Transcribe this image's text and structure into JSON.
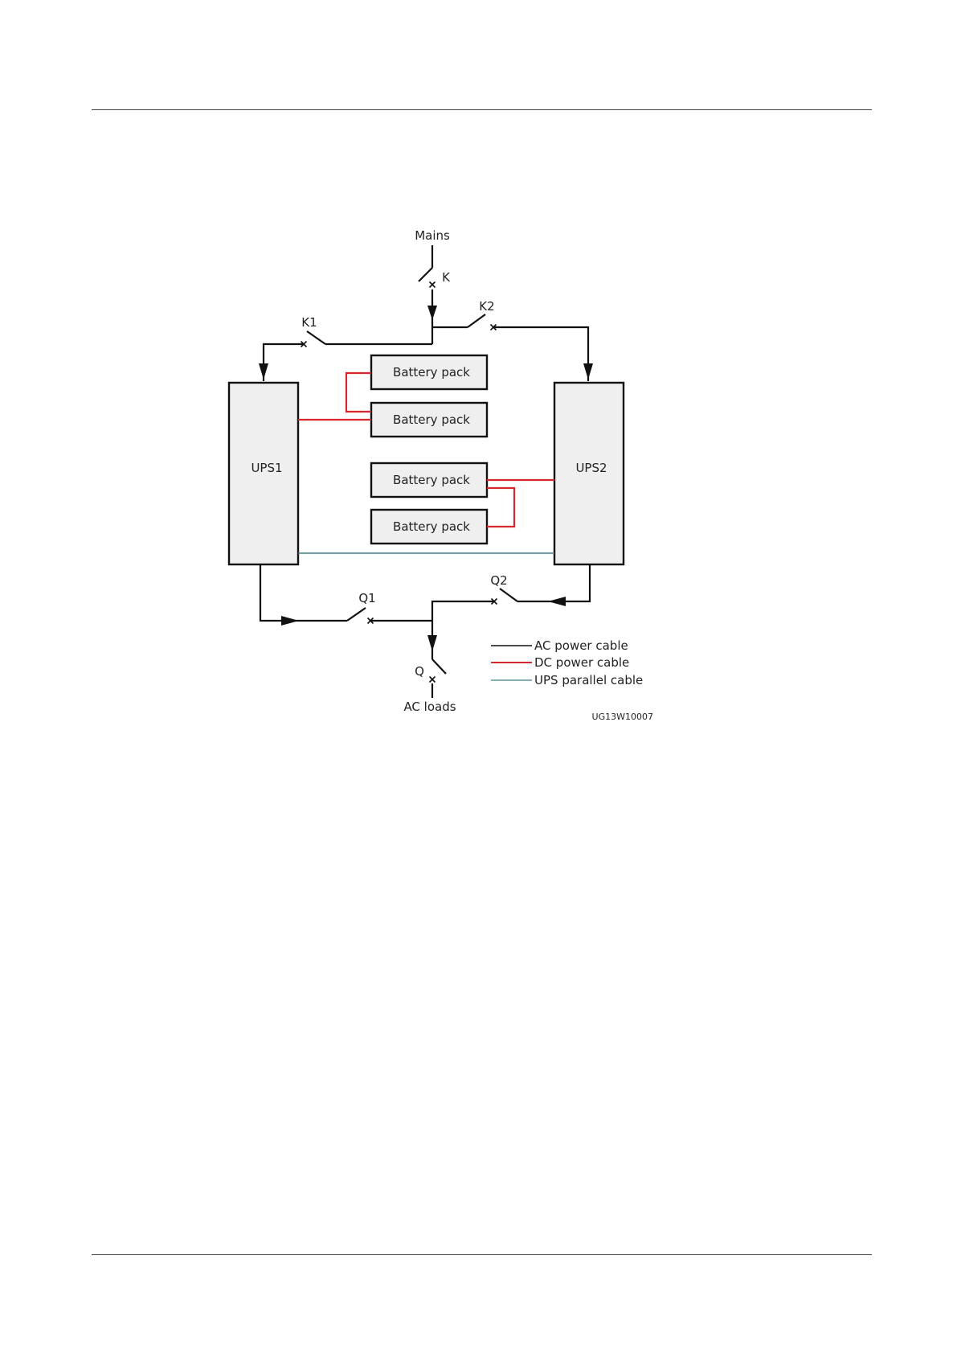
{
  "labels": {
    "mains": "Mains",
    "k": "K",
    "k1": "K1",
    "k2": "K2",
    "ups1": "UPS1",
    "ups2": "UPS2",
    "q": "Q",
    "q1": "Q1",
    "q2": "Q2",
    "ac_loads": "AC loads",
    "figure_id": "UG13W10007"
  },
  "battery_packs": [
    "Battery pack",
    "Battery pack",
    "Battery pack",
    "Battery pack"
  ],
  "legend": [
    {
      "label": "AC power cable",
      "color": "#111111"
    },
    {
      "label": "DC power cable",
      "color": "#d9262c"
    },
    {
      "label": "UPS parallel cable",
      "color": "#3c7f8a"
    }
  ],
  "colors": {
    "ac": "#111111",
    "dc": "#d9262c",
    "parallel": "#3c7f8a",
    "box_fill": "#efefef"
  }
}
